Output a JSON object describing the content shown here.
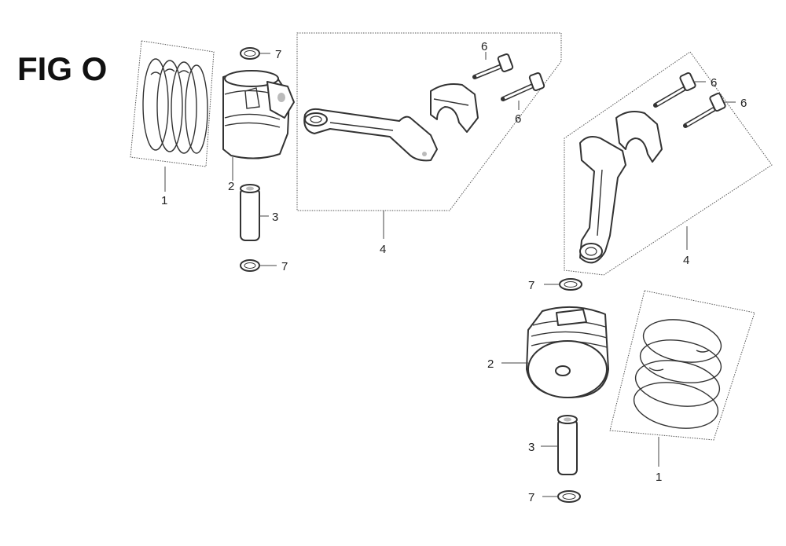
{
  "figure": {
    "title": "FIG O"
  },
  "callouts": [
    {
      "id": "c1a",
      "text": "1"
    },
    {
      "id": "c2a",
      "text": "2"
    },
    {
      "id": "c3a",
      "text": "3"
    },
    {
      "id": "c4a",
      "text": "4"
    },
    {
      "id": "c6a",
      "text": "6"
    },
    {
      "id": "c6b",
      "text": "6"
    },
    {
      "id": "c7a",
      "text": "7"
    },
    {
      "id": "c7b",
      "text": "7"
    },
    {
      "id": "c4b",
      "text": "4"
    },
    {
      "id": "c6c",
      "text": "6"
    },
    {
      "id": "c6d",
      "text": "6"
    },
    {
      "id": "c7c",
      "text": "7"
    },
    {
      "id": "c2b",
      "text": "2"
    },
    {
      "id": "c3b",
      "text": "3"
    },
    {
      "id": "c7d",
      "text": "7"
    },
    {
      "id": "c1b",
      "text": "1"
    }
  ]
}
